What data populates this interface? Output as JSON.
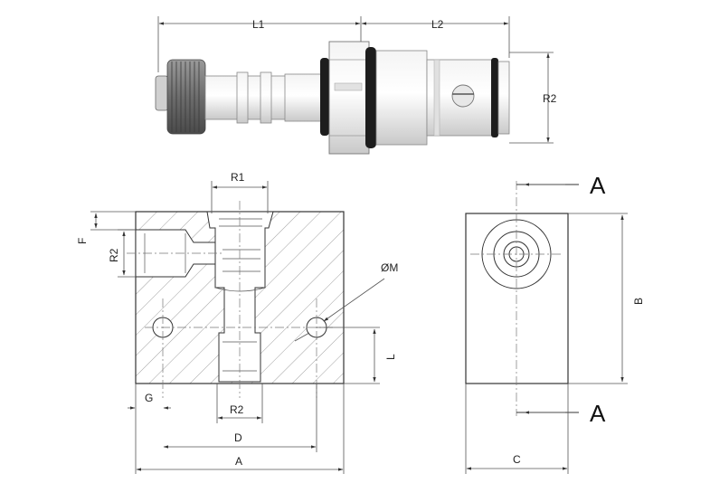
{
  "labels": {
    "l1": "L1",
    "l2": "L2",
    "r2_top": "R2",
    "r1": "R1",
    "f": "F",
    "r2_side": "R2",
    "om": "ØM",
    "l": "L",
    "g": "G",
    "r2_bottom": "R2",
    "d": "D",
    "a": "A",
    "section_a_top": "A",
    "b": "B",
    "section_a_bottom": "A",
    "c": "C"
  }
}
